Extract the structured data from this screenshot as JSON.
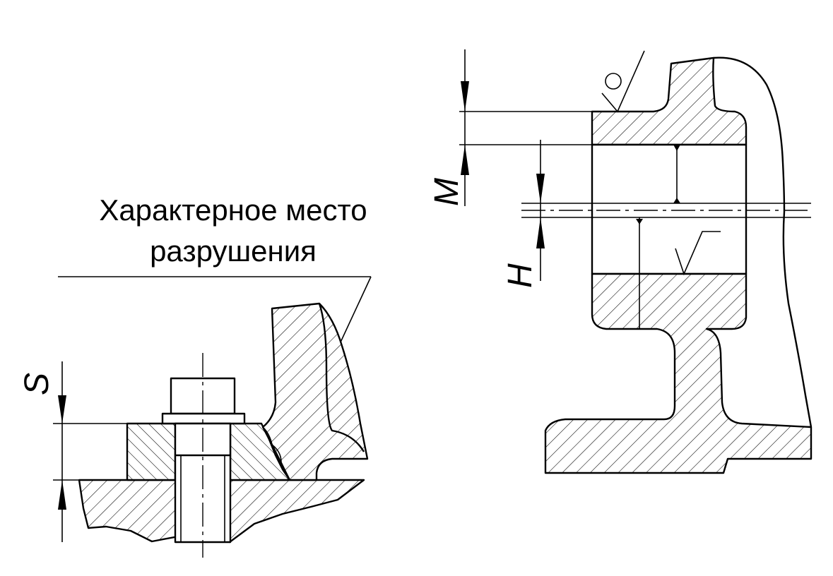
{
  "caption": {
    "line1": "Характерное место",
    "line2": "разрушения"
  },
  "dimensions": {
    "s": "S",
    "m": "M",
    "h": "H"
  }
}
